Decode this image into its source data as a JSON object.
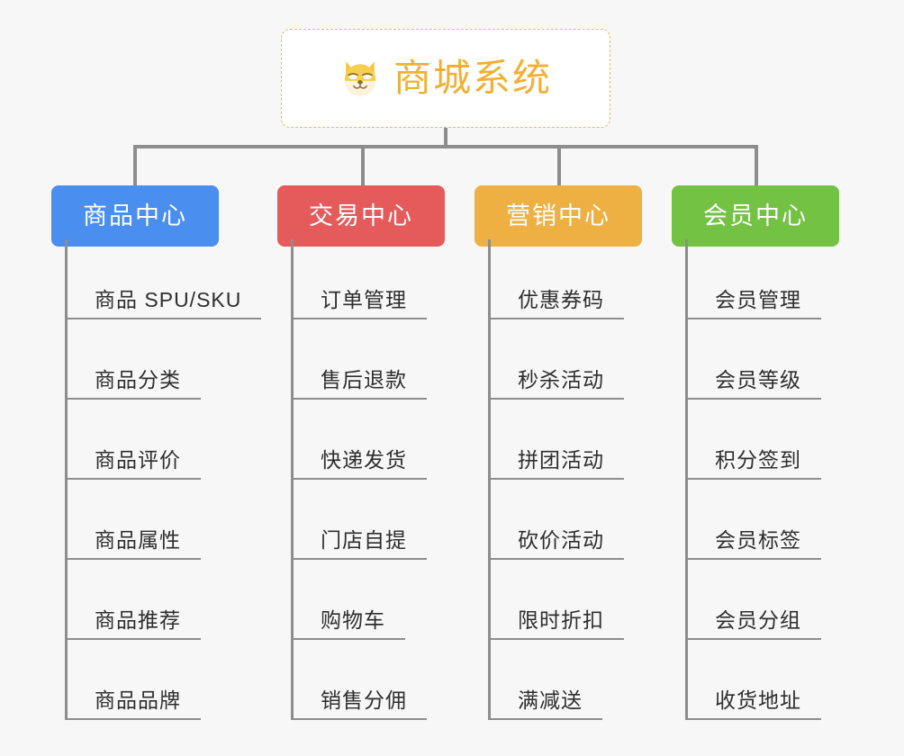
{
  "page": {
    "background_color": "#f7f7f7",
    "line_color": "#8d8d8d",
    "text_color": "#2e2e2e"
  },
  "root": {
    "title": "商城系统",
    "icon": "dog-face-icon",
    "text_color": "#f0b034",
    "border_color": "#e8b860",
    "background_color": "#ffffff"
  },
  "branches": [
    {
      "label": "商品中心",
      "color": "#4a8ef0",
      "items": [
        "商品 SPU/SKU",
        "商品分类",
        "商品评价",
        "商品属性",
        "商品推荐",
        "商品品牌"
      ]
    },
    {
      "label": "交易中心",
      "color": "#e55b5b",
      "items": [
        "订单管理",
        "售后退款",
        "快递发货",
        "门店自提",
        "购物车",
        "销售分佣"
      ]
    },
    {
      "label": "营销中心",
      "color": "#eeb043",
      "items": [
        "优惠券码",
        "秒杀活动",
        "拼团活动",
        "砍价活动",
        "限时折扣",
        "满减送"
      ]
    },
    {
      "label": "会员中心",
      "color": "#74c244",
      "items": [
        "会员管理",
        "会员等级",
        "积分签到",
        "会员标签",
        "会员分组",
        "收货地址"
      ]
    }
  ]
}
